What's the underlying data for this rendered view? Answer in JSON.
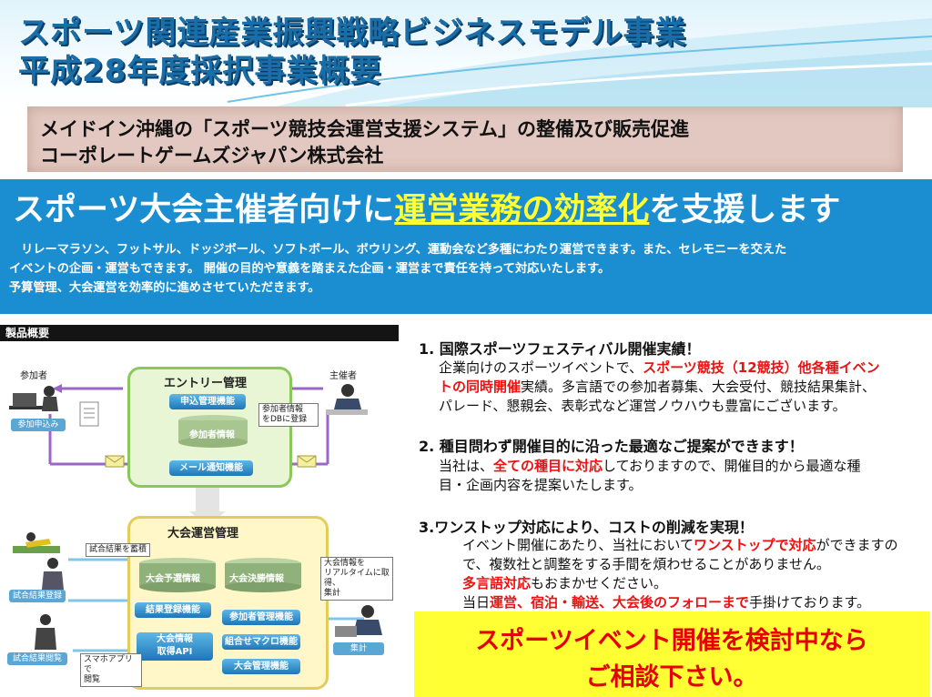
{
  "header": {
    "title_line1": "スポーツ関連産業振興戦略ビジネスモデル事業",
    "title_line2": "平成28年度採択事業概要"
  },
  "company": {
    "project": "メイドイン沖縄の「スポーツ競技会運営支援システム」の整備及び販売促進",
    "name": "コーポレートゲームズジャパン株式会社"
  },
  "banner": {
    "headline_pre": "スポーツ大会主催者向けに",
    "headline_highlight": "運営業務の効率化",
    "headline_post": "を支援します",
    "desc_line1": "　リレーマラソン、フットサル、ドッジボール、ソフトボール、ボウリング、運動会など多種にわたり運営できます。また、セレモニーを交えた",
    "desc_line2": "イベントの企画・運営もできます。 開催の目的や意義を踏まえた企画・運営まで責任を持って対応いたします。",
    "desc_line3": "予算管理、大会運営を効率的に進めさせていただきます。"
  },
  "product": {
    "section_title": "製品概要",
    "participant": "参加者",
    "organizer": "主催者",
    "entry_title": "エントリー管理",
    "btn_apply_mgmt": "申込管理機能",
    "participant_info": "参加者情報",
    "btn_mail": "メール通知機能",
    "note_register_line1": "参加者情報",
    "note_register_line2": "をDBに登録",
    "tag_apply": "参加申込み",
    "ops_title": "大会運営管理",
    "note_results": "試合結果を蓄積",
    "db_schedule": "大会予選情報",
    "db_final": "大会決勝情報",
    "note_realtime_line1": "大会情報を",
    "note_realtime_line2": "リアルタイムに取得、",
    "note_realtime_line3": "集計",
    "btn_result_reg": "結果登録機能",
    "btn_participant_mgmt": "参加者管理機能",
    "btn_api_line1": "大会情報",
    "btn_api_line2": "取得API",
    "btn_bracket": "組合せマクロ機能",
    "btn_ops_mgmt": "大会管理機能",
    "tag_result_reg": "試合結果登録",
    "tag_result_view": "試合結果閲覧",
    "tag_aggregate": "集計",
    "note_app_line1": "スマホアプリで",
    "note_app_line2": "閲覧"
  },
  "points": {
    "p1_title": "1. 国際スポーツフェスティバル開催実績！",
    "p1_l1a": "企業向けのスポーツイベントで、",
    "p1_l1b": "スポーツ競技（12競技）他各種イベン",
    "p1_l2a": "トの同時開催",
    "p1_l2b": "実績。多言語での参加者募集、大会受付、競技結果集計、",
    "p1_l3": "パレード、懇親会、表彰式など運営ノウハウも豊富にございます。",
    "p2_title": "2. 種目問わず開催目的に沿った最適なご提案ができます！",
    "p2_l1a": "当社は、",
    "p2_l1b": "全ての種目に対応",
    "p2_l1c": "しておりますので、開催目的から最適な種",
    "p2_l2": "目・企画内容を提案いたします。",
    "p3_title": "3.ワンストップ対応により、コストの削減を実現！",
    "p3_l1a": "イベント開催にあたり、当社において",
    "p3_l1b": "ワンストップで対応",
    "p3_l1c": "ができますの",
    "p3_l2": "で、複数社と調整をする手間を煩わせることがありません。",
    "p3_l3a": "多言語対応",
    "p3_l3b": "もおまかせください。",
    "p3_l4a": "当日",
    "p3_l4b": "運営、宿泊・輸送、大会後のフォローまで",
    "p3_l4c": "手掛けております。"
  },
  "cta": {
    "line1": "スポーツイベント開催を検討中なら",
    "line2": "ご相談下さい。"
  }
}
